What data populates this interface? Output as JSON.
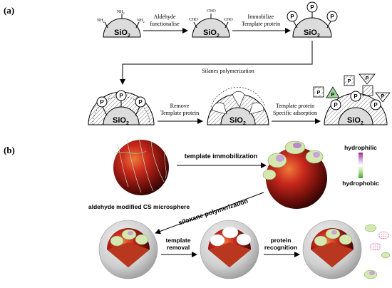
{
  "panel_a": {
    "label": "(a)",
    "stages": {
      "bare_particle": "SiO",
      "aldehyde_particle": "SiO",
      "protein_particle": "SiO",
      "coated_particle": "SiO",
      "imprinted_particle": "SiO",
      "rebound_particle": "SiO",
      "subscript": "2"
    },
    "surface_groups": {
      "amine": "NH",
      "amine_sub": "2",
      "aldehyde": "CHO",
      "protein": "P"
    },
    "steps": {
      "step1": [
        "Aldehyde",
        "functionalise"
      ],
      "step2": [
        "Immobilize",
        "Template protein"
      ],
      "step3": "Silanes polymerization",
      "step4": [
        "Remove",
        "Template protein"
      ],
      "step5": [
        "Template protein",
        "Specific adsorption"
      ]
    }
  },
  "panel_b": {
    "label": "(b)",
    "caption_microsphere": "aldehyde modified CS microsphere",
    "step_template_immobilization": "template immobilization",
    "step_siloxane_polymerization": "siloxane polymerization",
    "step_template_removal": [
      "template",
      "removal"
    ],
    "step_protein_recognition": [
      "protein",
      "recognition"
    ],
    "legend": {
      "top": "hydrophilic",
      "bottom": "hydrophobic",
      "colors": [
        "#a0298f",
        "#c9a6d8",
        "#ffffff",
        "#c8e6a0",
        "#3fa43b"
      ]
    }
  }
}
